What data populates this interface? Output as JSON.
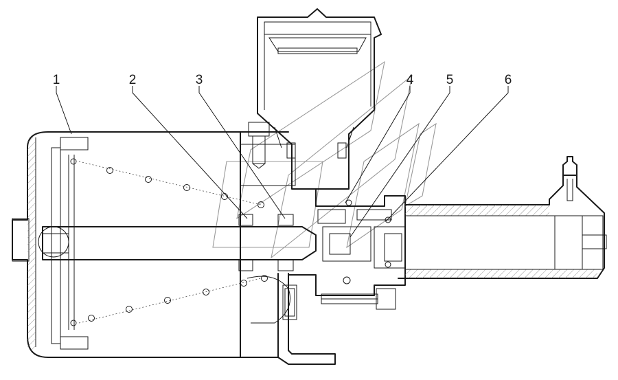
{
  "drawing": {
    "type": "cross-section assembly drawing",
    "callouts": [
      {
        "id": "callout-1",
        "number": "1"
      },
      {
        "id": "callout-2",
        "number": "2"
      },
      {
        "id": "callout-3",
        "number": "3"
      },
      {
        "id": "callout-4",
        "number": "4"
      },
      {
        "id": "callout-5",
        "number": "5"
      },
      {
        "id": "callout-6",
        "number": "6"
      }
    ],
    "colors": {
      "line": "#1a1a1a",
      "background": "#ffffff",
      "hatch": "#666666",
      "watermark": "#9a9a9a"
    }
  }
}
